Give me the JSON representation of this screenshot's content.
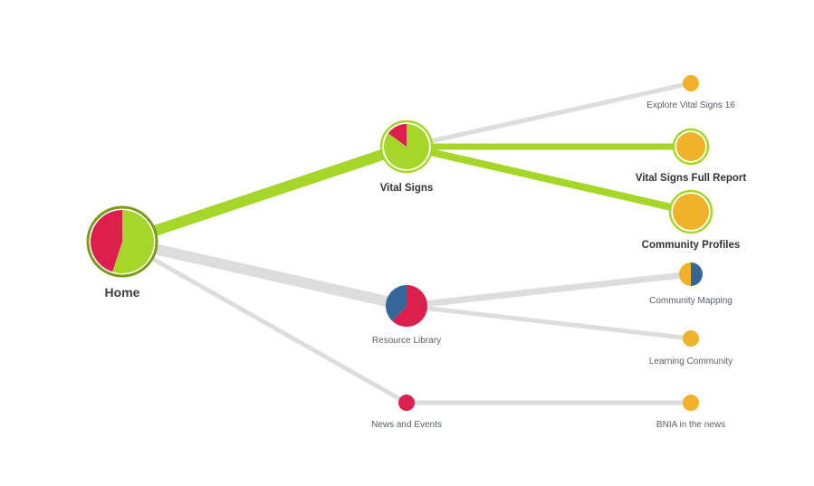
{
  "colors": {
    "highlight": "#a6d629",
    "highlight_ring": "#a6d629",
    "home_ring": "#7a9a18",
    "muted_link": "#dddddd",
    "pink": "#dc1f4c",
    "green": "#a6d629",
    "blue": "#336699",
    "orange": "#efb22a"
  },
  "diagram": {
    "nodes": [
      {
        "id": "home",
        "label": "Home",
        "slices": [
          {
            "color": "green",
            "fraction": 0.55
          },
          {
            "color": "pink",
            "fraction": 0.45
          }
        ]
      },
      {
        "id": "vital_signs",
        "label": "Vital Signs",
        "slices": [
          {
            "color": "green",
            "fraction": 0.85
          },
          {
            "color": "pink",
            "fraction": 0.15
          }
        ]
      },
      {
        "id": "resource_library",
        "label": "Resource Library",
        "slices": [
          {
            "color": "pink",
            "fraction": 0.62
          },
          {
            "color": "blue",
            "fraction": 0.38
          }
        ]
      },
      {
        "id": "news_events",
        "label": "News and Events",
        "slices": [
          {
            "color": "pink",
            "fraction": 1.0
          }
        ]
      },
      {
        "id": "explore_vs16",
        "label": "Explore Vital Signs 16",
        "slices": [
          {
            "color": "orange",
            "fraction": 1.0
          }
        ]
      },
      {
        "id": "vs_full_report",
        "label": "Vital Signs Full Report",
        "slices": [
          {
            "color": "orange",
            "fraction": 1.0
          }
        ]
      },
      {
        "id": "community_profiles",
        "label": "Community Profiles",
        "slices": [
          {
            "color": "orange",
            "fraction": 1.0
          }
        ]
      },
      {
        "id": "community_mapping",
        "label": "Community Mapping",
        "slices": [
          {
            "color": "blue",
            "fraction": 0.5
          },
          {
            "color": "orange",
            "fraction": 0.5
          }
        ]
      },
      {
        "id": "learning_community",
        "label": "Learning Community",
        "slices": [
          {
            "color": "orange",
            "fraction": 1.0
          }
        ]
      },
      {
        "id": "bnia_news",
        "label": "BNIA in the news",
        "slices": [
          {
            "color": "orange",
            "fraction": 1.0
          }
        ]
      }
    ],
    "links": [
      {
        "from": "home",
        "to": "vital_signs",
        "highlighted": true
      },
      {
        "from": "home",
        "to": "resource_library",
        "highlighted": false
      },
      {
        "from": "home",
        "to": "news_events",
        "highlighted": false
      },
      {
        "from": "vital_signs",
        "to": "explore_vs16",
        "highlighted": false
      },
      {
        "from": "vital_signs",
        "to": "vs_full_report",
        "highlighted": true
      },
      {
        "from": "vital_signs",
        "to": "community_profiles",
        "highlighted": true
      },
      {
        "from": "resource_library",
        "to": "community_mapping",
        "highlighted": false
      },
      {
        "from": "resource_library",
        "to": "learning_community",
        "highlighted": false
      },
      {
        "from": "news_events",
        "to": "bnia_news",
        "highlighted": false
      }
    ]
  }
}
